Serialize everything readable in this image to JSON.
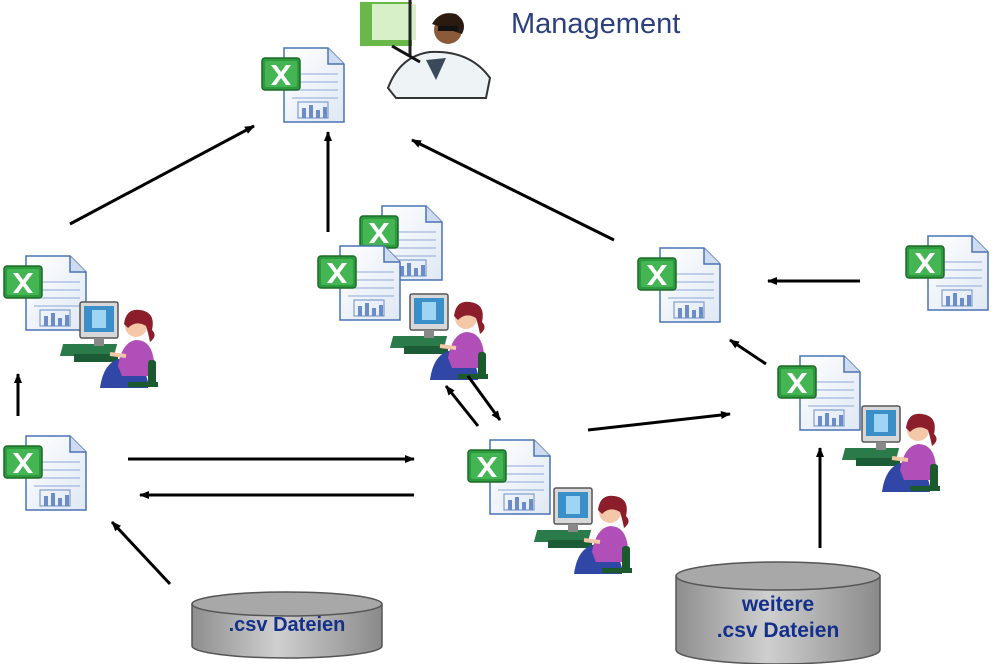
{
  "labels": {
    "management": "Management",
    "csv_files": ".csv Dateien",
    "more_csv_line1": "weitere",
    "more_csv_line2": ".csv Dateien"
  },
  "colors": {
    "label_blue": "#2c3f7f",
    "cylinder_text": "#13308a",
    "arrow": "#000000",
    "excel_green": "#2d9a3d",
    "sheet_blue": "#3a6cb0",
    "person_hair": "#8b1e2a",
    "person_shirt": "#b04fb8",
    "monitor": "#3a8fc8"
  },
  "icons": {
    "spreadsheet": "excel-spreadsheet-icon",
    "computer_user": "computer-user-icon",
    "manager": "manager-presenter-icon",
    "database": "database-cylinder-icon"
  }
}
